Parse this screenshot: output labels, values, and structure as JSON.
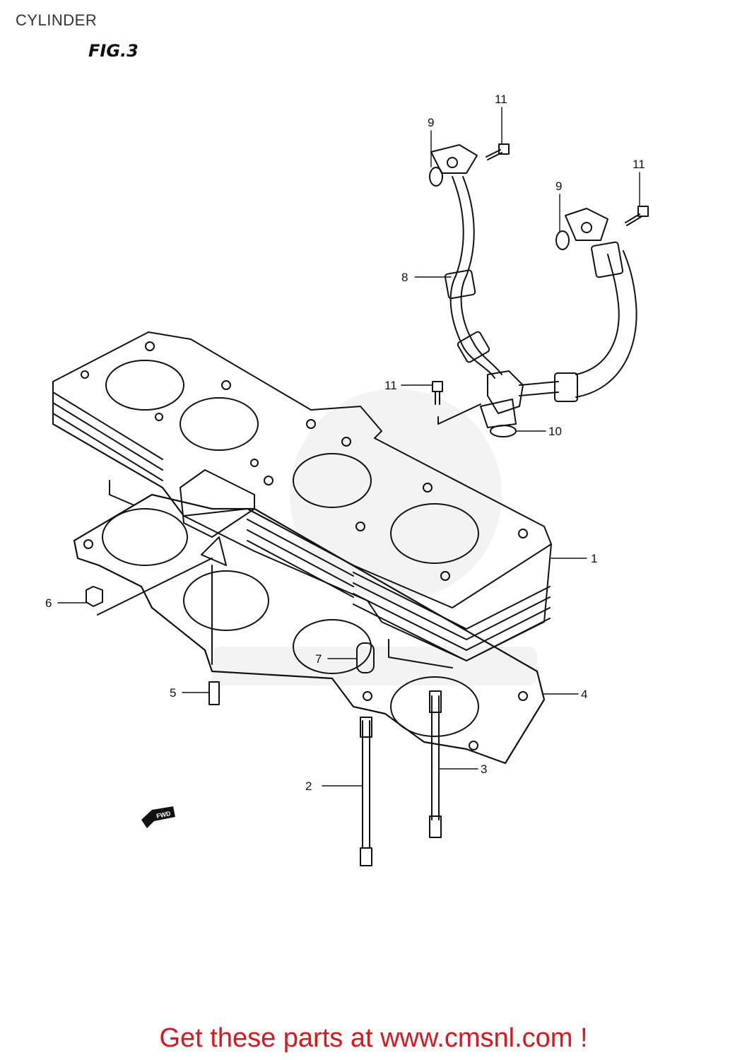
{
  "header": {
    "title": "CYLINDER",
    "figure": "FIG.3"
  },
  "callouts": [
    {
      "id": "c1",
      "label": "1"
    },
    {
      "id": "c2",
      "label": "2"
    },
    {
      "id": "c3",
      "label": "3"
    },
    {
      "id": "c4",
      "label": "4"
    },
    {
      "id": "c5",
      "label": "5"
    },
    {
      "id": "c6",
      "label": "6"
    },
    {
      "id": "c7",
      "label": "7"
    },
    {
      "id": "c8",
      "label": "8"
    },
    {
      "id": "c9a",
      "label": "9"
    },
    {
      "id": "c9b",
      "label": "9"
    },
    {
      "id": "c10",
      "label": "10"
    },
    {
      "id": "c11a",
      "label": "11"
    },
    {
      "id": "c11b",
      "label": "11"
    },
    {
      "id": "c11c",
      "label": "11"
    }
  ],
  "fwd_mark": "FWD",
  "watermark": "www.cmsnl.com",
  "footer": {
    "promo_text": "Get these parts at www.cmsnl.com !",
    "promo_color": "#e0141b"
  }
}
